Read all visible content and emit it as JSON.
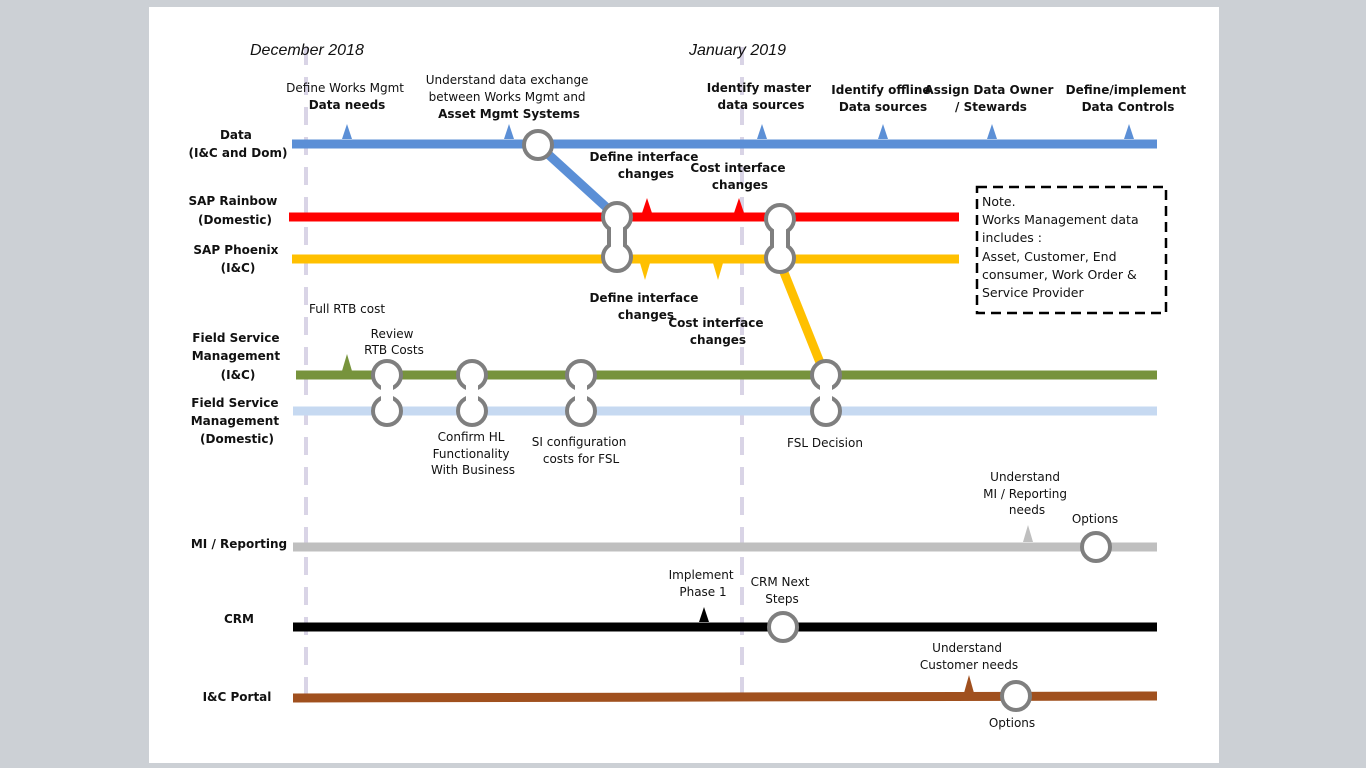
{
  "dates": {
    "dec": "December 2018",
    "jan": "January 2019"
  },
  "lanes": {
    "data": [
      "Data",
      "(I&C and Dom)"
    ],
    "rainbow": [
      "SAP Rainbow",
      "(Domestic)"
    ],
    "phoenix": [
      "SAP Phoenix",
      "(I&C)"
    ],
    "fsm_ic": [
      "Field Service",
      "Management",
      "(I&C)"
    ],
    "fsm_dom": [
      "Field Service",
      "Management",
      "(Domestic)"
    ],
    "mi": [
      "MI / Reporting"
    ],
    "crm": [
      "CRM"
    ],
    "portal": [
      "I&C Portal"
    ]
  },
  "milestones": {
    "works_needs": [
      "Define Works Mgmt",
      "Data needs"
    ],
    "exchange": [
      "Understand data exchange",
      "between Works Mgmt and",
      "Asset Mgmt Systems"
    ],
    "master": [
      "Identify master",
      "data sources"
    ],
    "offline": [
      "Identify offline",
      "Data sources"
    ],
    "owner": [
      "Assign Data Owner",
      "/ Stewards"
    ],
    "controls": [
      "Define/implement",
      "Data Controls"
    ],
    "def_if_top": [
      "Define interface",
      "changes"
    ],
    "cost_if_top": [
      "Cost interface",
      "changes"
    ],
    "def_if_bot": [
      "Define interface",
      "changes"
    ],
    "cost_if_bot": [
      "Cost interface",
      "changes"
    ],
    "rtb_full": [
      "Full RTB cost"
    ],
    "rtb_review": [
      "Review",
      "RTB Costs"
    ],
    "confirm": [
      "Confirm HL",
      "Functionality",
      "With Business"
    ],
    "si": [
      "SI configuration",
      "costs for FSL"
    ],
    "fsl": [
      "FSL Decision"
    ],
    "mi_needs": [
      "Understand",
      "MI / Reporting",
      "needs"
    ],
    "mi_options": [
      "Options"
    ],
    "impl": [
      "Implement",
      "Phase 1"
    ],
    "crm_next": [
      "CRM Next",
      "Steps"
    ],
    "cust": [
      "Understand",
      "Customer needs"
    ],
    "portal_options": [
      "Options"
    ]
  },
  "note": [
    "Note.",
    "Works Management data",
    "includes :",
    "Asset, Customer, End",
    "consumer, Work Order &",
    "Service Provider"
  ],
  "colors": {
    "data": "#5b8fd6",
    "rainbow": "#ff0000",
    "phoenix": "#ffc000",
    "fsm_ic": "#77933c",
    "fsm_dom": "#c6d9f1",
    "mi": "#bfbfbf",
    "crm": "#000000",
    "portal": "#a0501e",
    "station": "#7f7f7f",
    "divider": "#d9d4e6"
  }
}
